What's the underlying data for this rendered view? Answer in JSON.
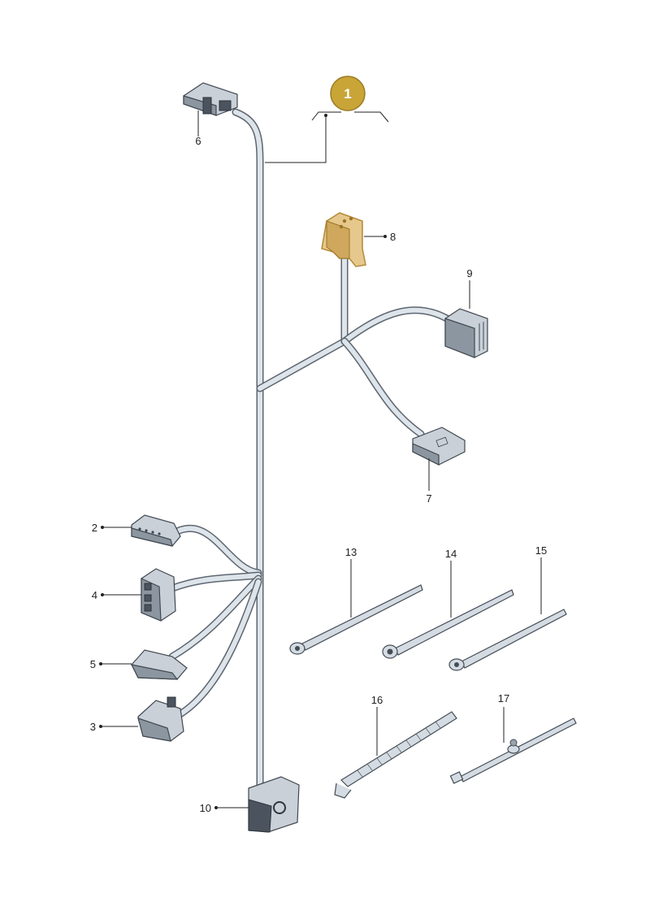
{
  "assembly": {
    "badge_label": "1",
    "badge_color": "#c9a437",
    "highlight_color": "#e6c88c"
  },
  "callouts": {
    "c2": "2",
    "c3": "3",
    "c4": "4",
    "c5": "5",
    "c6": "6",
    "c7": "7",
    "c8": "8",
    "c9": "9",
    "c10": "10",
    "c13": "13",
    "c14": "14",
    "c15": "15",
    "c16": "16",
    "c17": "17"
  }
}
